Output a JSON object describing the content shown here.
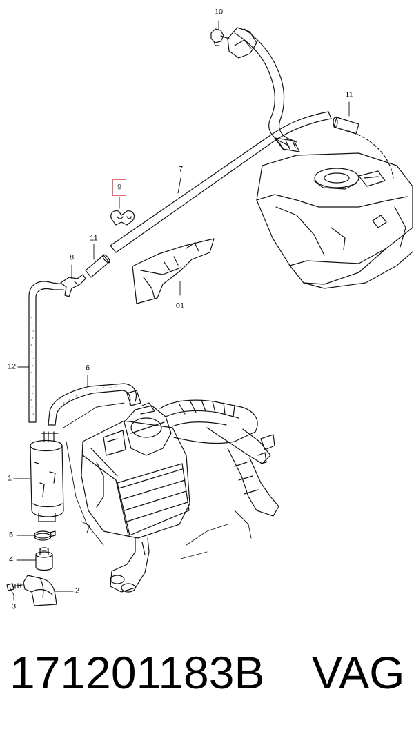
{
  "callouts": {
    "c10": "10",
    "c11_top": "11",
    "c7": "7",
    "c9": "9",
    "c11_mid": "11",
    "c8": "8",
    "c01": "01",
    "c12": "12",
    "c6": "6",
    "c1": "1",
    "c5": "5",
    "c4": "4",
    "c2": "2",
    "c3": "3"
  },
  "highlighted_callout": "9",
  "footer": {
    "part_number": "171201183B",
    "brand": "VAG"
  },
  "colors": {
    "highlight": "#e06a74",
    "line": "#111111"
  }
}
